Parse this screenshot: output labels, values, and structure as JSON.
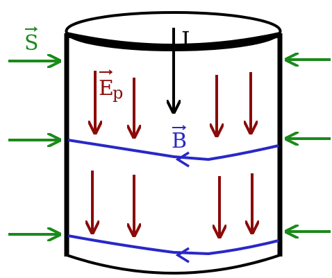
{
  "labels": {
    "poynting": "S",
    "current": "I",
    "electric_field": "E",
    "electric_field_sub": "p",
    "magnetic_field": "B"
  },
  "colors": {
    "outline": "#000000",
    "poynting": "#1a8a1a",
    "electric_field": "#8b0a0a",
    "magnetic_field": "#2828c8",
    "current": "#000000"
  }
}
